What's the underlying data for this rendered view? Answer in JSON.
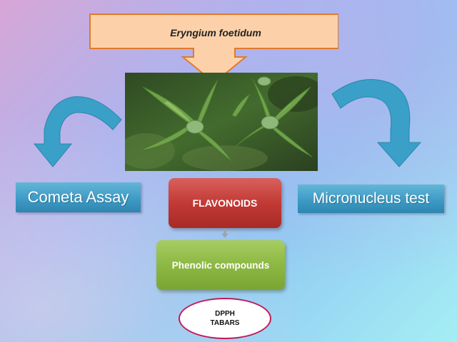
{
  "title": "Eryngium foetidum",
  "left_method": "Cometa Assay",
  "right_method": "Micronucleus test",
  "flavonoids": "FLAVONOIDS",
  "phenolic": "Phenolic compounds",
  "assays": {
    "line1": "DPPH",
    "line2": "TABARS"
  },
  "colors": {
    "title_box": "#fcd1a9",
    "title_border": "#e07a2c",
    "method_box": "#3e9bc6",
    "flavonoids_box": "#c23a35",
    "phenolic_box": "#8db843",
    "ellipse_border": "#c2185b",
    "curved_arrow": "#3aa0c8"
  },
  "icons": [
    "down-arrow-icon",
    "curved-arrow-left-icon",
    "curved-arrow-right-icon",
    "plant-photo"
  ]
}
